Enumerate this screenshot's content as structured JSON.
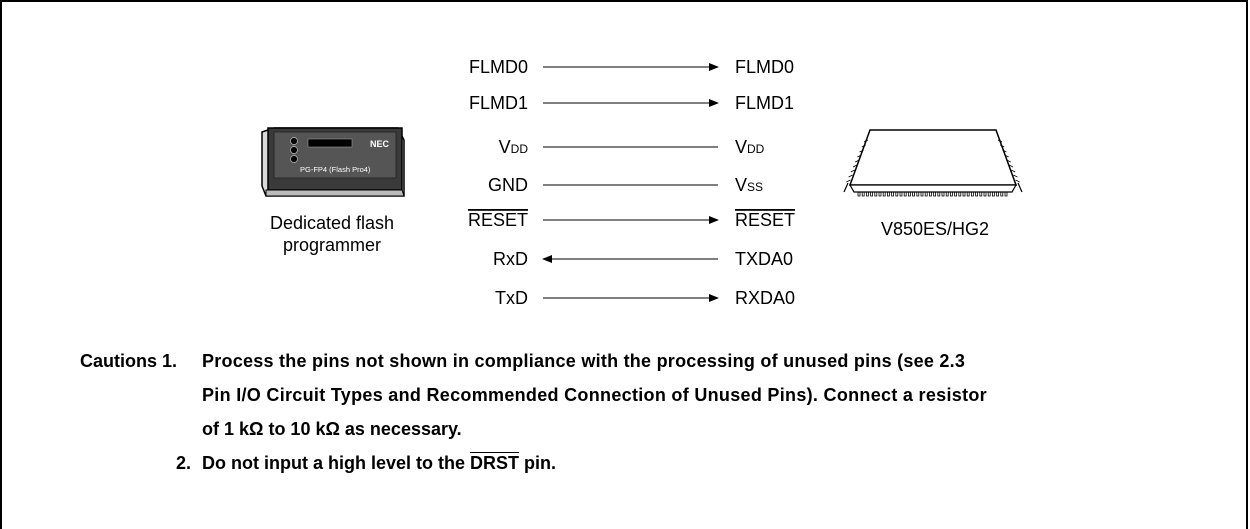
{
  "programmer": {
    "logo": "NEC",
    "model": "PG-FP4 (Flash Pro4)",
    "caption_line1": "Dedicated flash",
    "caption_line2": "programmer"
  },
  "device": {
    "caption": "V850ES/HG2"
  },
  "signals": [
    {
      "left_main": "FLMD0",
      "left_sub": "",
      "right_main": "FLMD0",
      "right_sub": "",
      "arrow": "right",
      "overline": false
    },
    {
      "left_main": "FLMD1",
      "left_sub": "",
      "right_main": "FLMD1",
      "right_sub": "",
      "arrow": "right",
      "overline": false
    },
    {
      "left_main": "V",
      "left_sub": "DD",
      "right_main": "V",
      "right_sub": "DD",
      "arrow": "none",
      "overline": false
    },
    {
      "left_main": "GND",
      "left_sub": "",
      "right_main": "V",
      "right_sub": "SS",
      "arrow": "none",
      "overline": false
    },
    {
      "left_main": "RESET",
      "left_sub": "",
      "right_main": "RESET",
      "right_sub": "",
      "arrow": "right",
      "overline": true
    },
    {
      "left_main": "RxD",
      "left_sub": "",
      "right_main": "TXDA0",
      "right_sub": "",
      "arrow": "left",
      "overline": false
    },
    {
      "left_main": "TxD",
      "left_sub": "",
      "right_main": "RXDA0",
      "right_sub": "",
      "arrow": "right",
      "overline": false
    }
  ],
  "cautions": {
    "heading": "Cautions 1.",
    "item1_line1": "Process the pins not shown in compliance with the processing of unused pins (see 2.3",
    "item1_line2": "Pin I/O Circuit Types and Recommended Connection of Unused Pins).  Connect a resistor",
    "item1_line3": "of 1 kΩ to 10 kΩ as necessary.",
    "item2_number": "2.",
    "item2_text_before": "Do not input a high level to the",
    "item2_pin": "DRST",
    "item2_text_after": "pin."
  }
}
